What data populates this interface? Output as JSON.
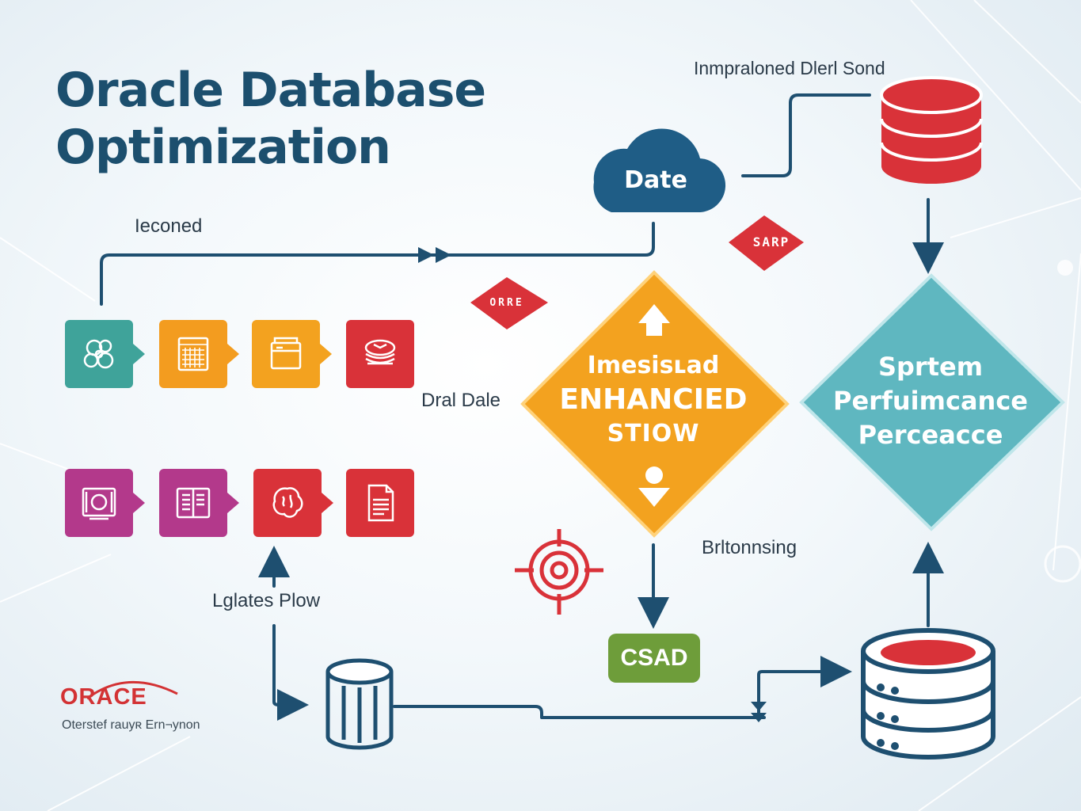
{
  "title": {
    "line1": "Oracle Database",
    "line2": "Optimization"
  },
  "labels": {
    "top_right": "Inmpraloned Dlerl Sond",
    "iconed": "Ieconed",
    "dral_dale": "Dral Dale",
    "lglates_plow": "Lglates Plow",
    "brltonnsing": "Brltonnsing"
  },
  "cloud": {
    "text": "Date",
    "color": "#1f5d86"
  },
  "tags": {
    "sarp": "SARP",
    "orre": "ORRE"
  },
  "orange_diamond": {
    "line1": "Imesisʟad",
    "line2": "ENHANCIED",
    "line3": "STIOW",
    "color": "#f3a21f"
  },
  "teal_diamond": {
    "line1": "Sprtem",
    "line2": "Perfuimcance",
    "line3": "Perceacce",
    "color": "#5fb7c0"
  },
  "badge": {
    "text": "CSAD",
    "color": "#6e9d3a"
  },
  "logo": {
    "brand": "ORACE",
    "subtitle": "Oterstef rauyʀ Ern¬ynon",
    "color": "#d33234"
  },
  "tiles_row1": [
    {
      "icon": "molecule-icon",
      "color": "#3fa39a"
    },
    {
      "icon": "grid-calculator-icon",
      "color": "#f39c1f"
    },
    {
      "icon": "cabinet-icon",
      "color": "#f3a21f"
    },
    {
      "icon": "hamburger-database-icon",
      "color": "#d93239"
    }
  ],
  "tiles_row2": [
    {
      "icon": "monitor-icon",
      "color": "#b3398b"
    },
    {
      "icon": "book-icon",
      "color": "#b3398b"
    },
    {
      "icon": "brain-icon",
      "color": "#d93239"
    },
    {
      "icon": "document-icon",
      "color": "#d93239"
    }
  ],
  "colors": {
    "line": "#1e4f70",
    "red": "#d93239",
    "title": "#1c4f6e"
  }
}
